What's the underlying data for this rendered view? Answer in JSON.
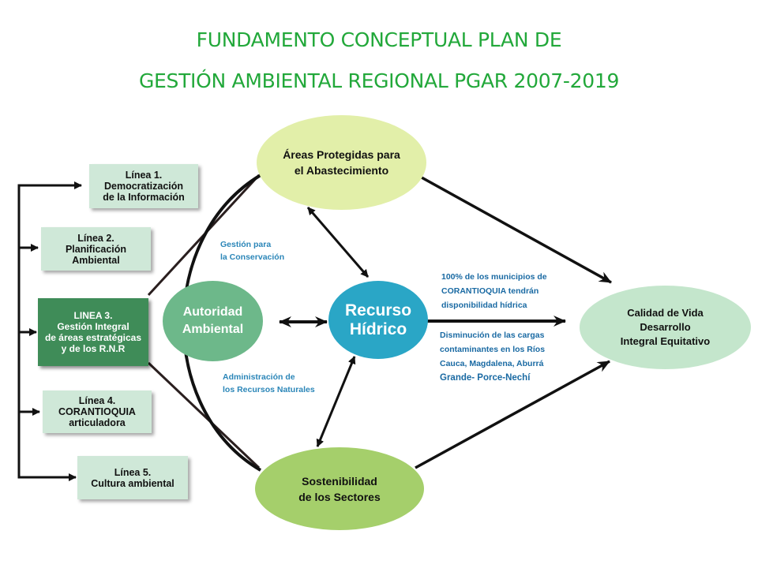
{
  "title": {
    "line1": "FUNDAMENTO CONCEPTUAL PLAN DE",
    "line2": "GESTIÓN AMBIENTAL REGIONAL PGAR 2007-2019"
  },
  "lines": [
    {
      "label": "Línea 1.\nDemocratización\nde la  Información"
    },
    {
      "label": "Línea 2.\nPlanificación\nAmbiental"
    },
    {
      "label": "LINEA 3.\nGestión Integral\nde áreas estratégicas\ny de los R.N.R"
    },
    {
      "label": "Línea 4.\nCORANTIOQUIA\narticuladora"
    },
    {
      "label": "Línea 5.\nCultura ambiental"
    }
  ],
  "nodes": {
    "areas": "Áreas Protegidas para\nel Abastecimiento",
    "autoridad": "Autoridad\nAmbiental",
    "recurso": "Recurso\nHídrico",
    "sostenibilidad": "Sostenibilidad\nde los Sectores",
    "calidad": "Calidad de Vida\nDesarrollo\nIntegral Equitativo"
  },
  "labels": {
    "gestion": "Gestión para\nla Conservación",
    "administracion": "Administración de\nlos Recursos Naturales",
    "municipios": "100%  de los municipios de\nCORANTIOQUIA tendrán\ndisponibilidad hídrica",
    "cargas": "Disminución de las cargas\ncontaminantes en los Ríos\nCauca, Magdalena, Aburrá",
    "rios": "Grande- Porce-Nechí"
  },
  "colors": {
    "title": "#22a83a",
    "box_light": "#cfe8d8",
    "box_dark": "#3f8c58",
    "areas": "#e2efa9",
    "autoridad": "#6db88a",
    "recurso": "#2aa6c6",
    "sostenibilidad": "#a5cf6b",
    "calidad": "#c4e6cc",
    "labels": "#2b86b8"
  }
}
